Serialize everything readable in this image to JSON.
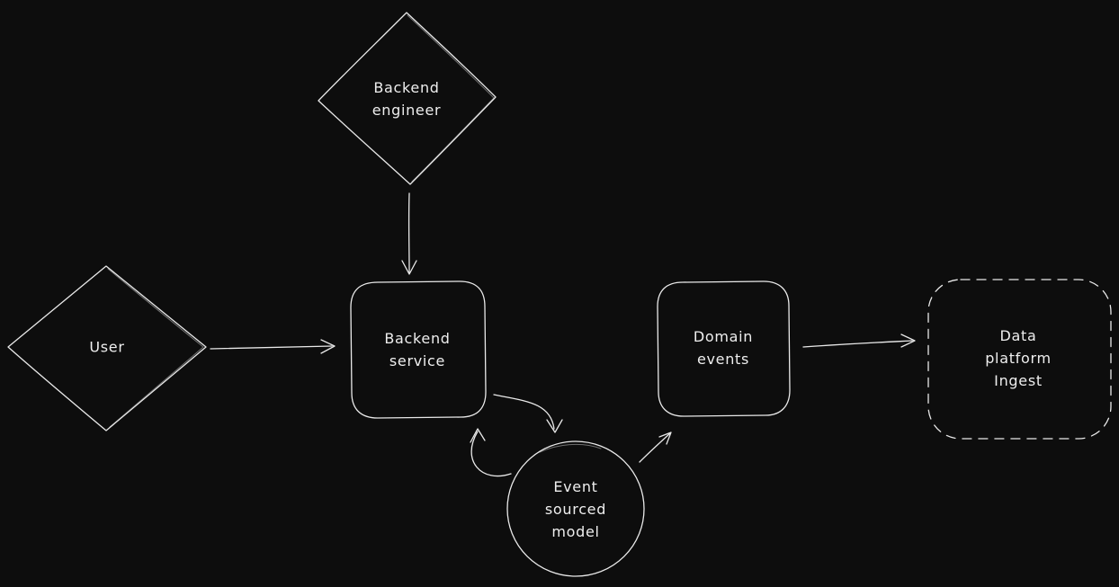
{
  "canvas": {
    "background": "#0d0d0d",
    "stroke_color": "#e9e9e9",
    "text_color": "#eeeeee"
  },
  "nodes": {
    "backend_engineer": {
      "label": "Backend\nengineer",
      "shape": "diamond"
    },
    "user": {
      "label": "User",
      "shape": "diamond"
    },
    "backend_service": {
      "label": "Backend\nservice",
      "shape": "rounded-rectangle"
    },
    "event_sourced_model": {
      "label": "Event\nsourced\nmodel",
      "shape": "ellipse"
    },
    "domain_events": {
      "label": "Domain\nevents",
      "shape": "rounded-rectangle"
    },
    "data_platform_ingest": {
      "label": "Data platform\nIngest",
      "shape": "dashed-rounded-rectangle"
    }
  },
  "edges": [
    {
      "from": "backend_engineer",
      "to": "backend_service"
    },
    {
      "from": "user",
      "to": "backend_service"
    },
    {
      "from": "backend_service",
      "to": "event_sourced_model"
    },
    {
      "from": "event_sourced_model",
      "to": "backend_service"
    },
    {
      "from": "event_sourced_model",
      "to": "domain_events"
    },
    {
      "from": "domain_events",
      "to": "data_platform_ingest"
    }
  ]
}
